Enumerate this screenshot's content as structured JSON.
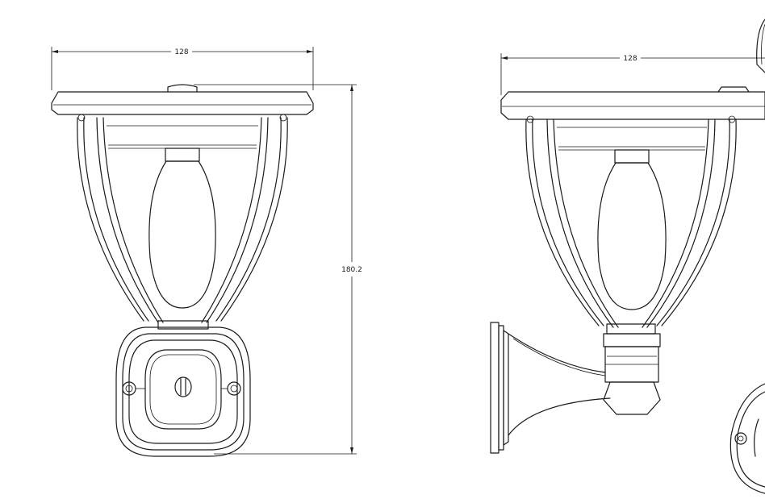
{
  "dimensions": {
    "front_width": "128",
    "side_width": "128",
    "height": "180.2"
  },
  "colors": {
    "line": "#1a1a1a",
    "background": "#ffffff"
  }
}
